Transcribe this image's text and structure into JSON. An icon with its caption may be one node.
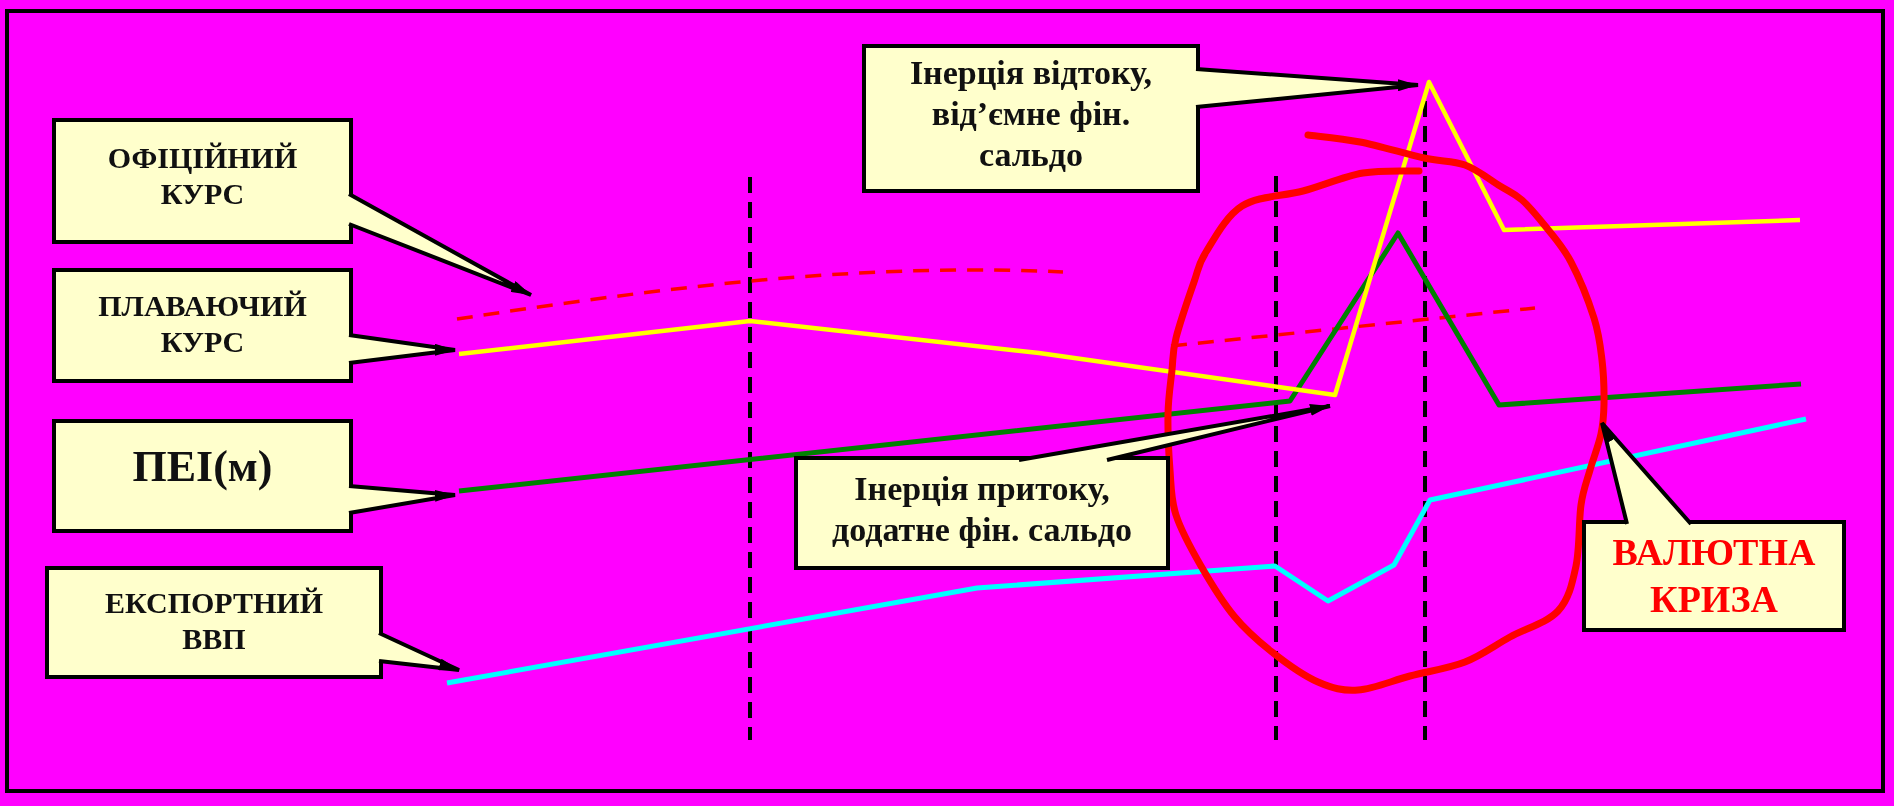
{
  "diagram": {
    "nodes": [
      {
        "text": [
          "ОФІЦІЙНИЙ КУРС"
        ]
      },
      {
        "text": [
          "ПЛАВАЮЧИЙ КУРС"
        ]
      },
      {
        "text": [
          "ПЕІ(м)"
        ]
      },
      {
        "text": [
          "ЕКСПОРТНИЙ ВВП"
        ]
      },
      {
        "text": [
          "Інерція відтоку, від’ємне фін. сальдо"
        ]
      },
      {
        "text": [
          "Інерція притоку, додатне фін. сальдо"
        ]
      },
      {
        "text": [
          "ВАЛЮТНА КРИЗА"
        ]
      }
    ],
    "edges": [
      {
        "from": 0,
        "to": null,
        "arrow": "to"
      },
      {
        "from": 1,
        "to": null,
        "arrow": "to"
      },
      {
        "from": 2,
        "to": null,
        "arrow": "to"
      },
      {
        "from": 3,
        "to": null,
        "arrow": "to"
      },
      {
        "from": 4,
        "to": null,
        "arrow": "to"
      },
      {
        "from": 5,
        "to": null,
        "arrow": "to"
      },
      {
        "from": 6,
        "to": null,
        "arrow": "to"
      }
    ]
  }
}
